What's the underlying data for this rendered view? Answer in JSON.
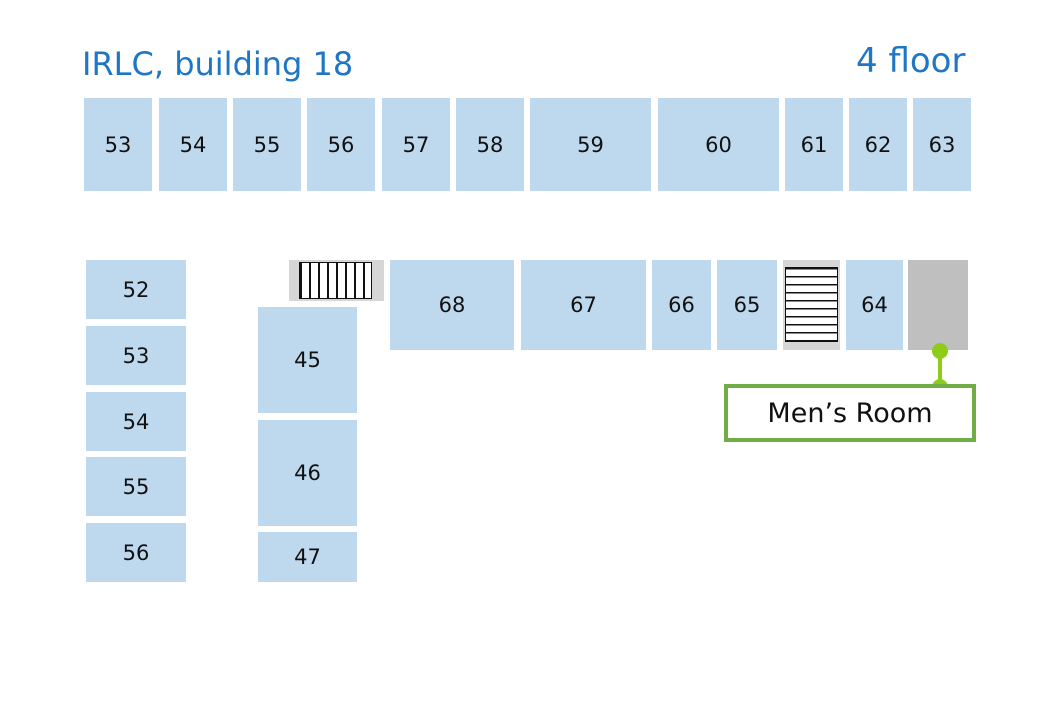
{
  "header": {
    "building": "IRLC, building  18",
    "floor": "4 floor"
  },
  "rooms": {
    "top_row": [
      "53",
      "54",
      "55",
      "56",
      "57",
      "58",
      "59",
      "60",
      "61",
      "62",
      "63"
    ],
    "left_column": [
      "52",
      "53",
      "54",
      "55",
      "56"
    ],
    "middle_column": [
      "45",
      "46",
      "47"
    ],
    "corridor_row": [
      "68",
      "67",
      "66",
      "65",
      "64"
    ]
  },
  "callout": {
    "label": "Men’s Room"
  },
  "colors": {
    "room_fill": "#bed8ee",
    "title_blue": "#1f77c4",
    "callout_green": "#70ad47",
    "connector_green": "#8fcc1a",
    "restroom_gray": "#bfbfbf"
  }
}
